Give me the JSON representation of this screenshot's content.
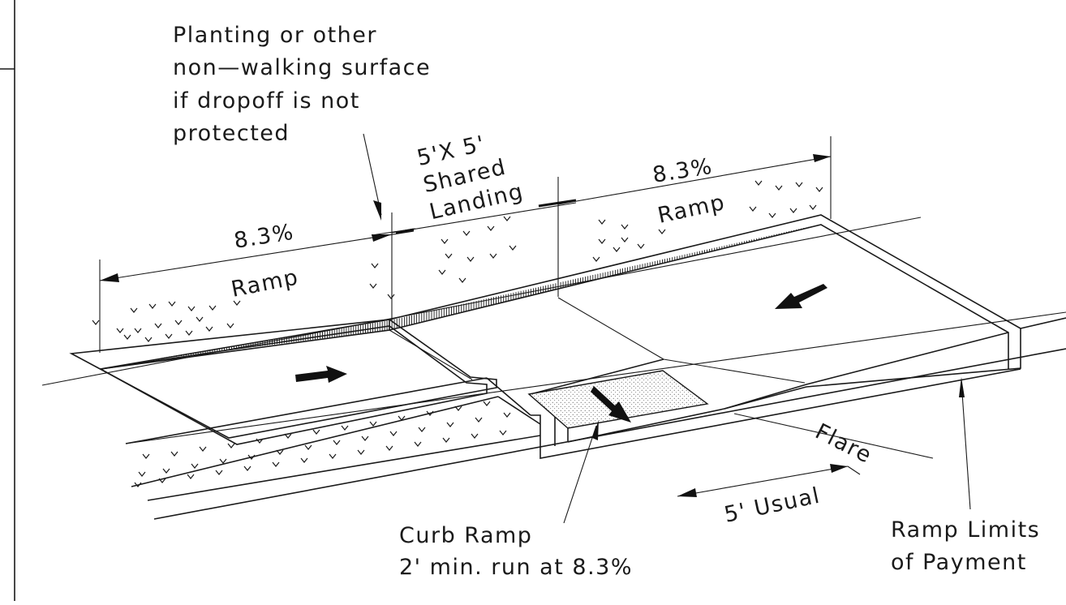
{
  "labels": {
    "planting_note": [
      "Planting or other",
      "non—walking surface",
      "if dropoff is not",
      "protected"
    ],
    "landing": [
      "5'X 5'",
      "Shared",
      "Landing"
    ],
    "slope_left": "8.3%",
    "slope_right": "8.3%",
    "ramp_left": "Ramp",
    "ramp_right": "Ramp",
    "flare": "Flare",
    "usual": "5' Usual",
    "curb_ramp": [
      "Curb Ramp",
      "2' min. run at 8.3%"
    ],
    "ramp_limits": [
      "Ramp Limits",
      "of Payment"
    ]
  }
}
